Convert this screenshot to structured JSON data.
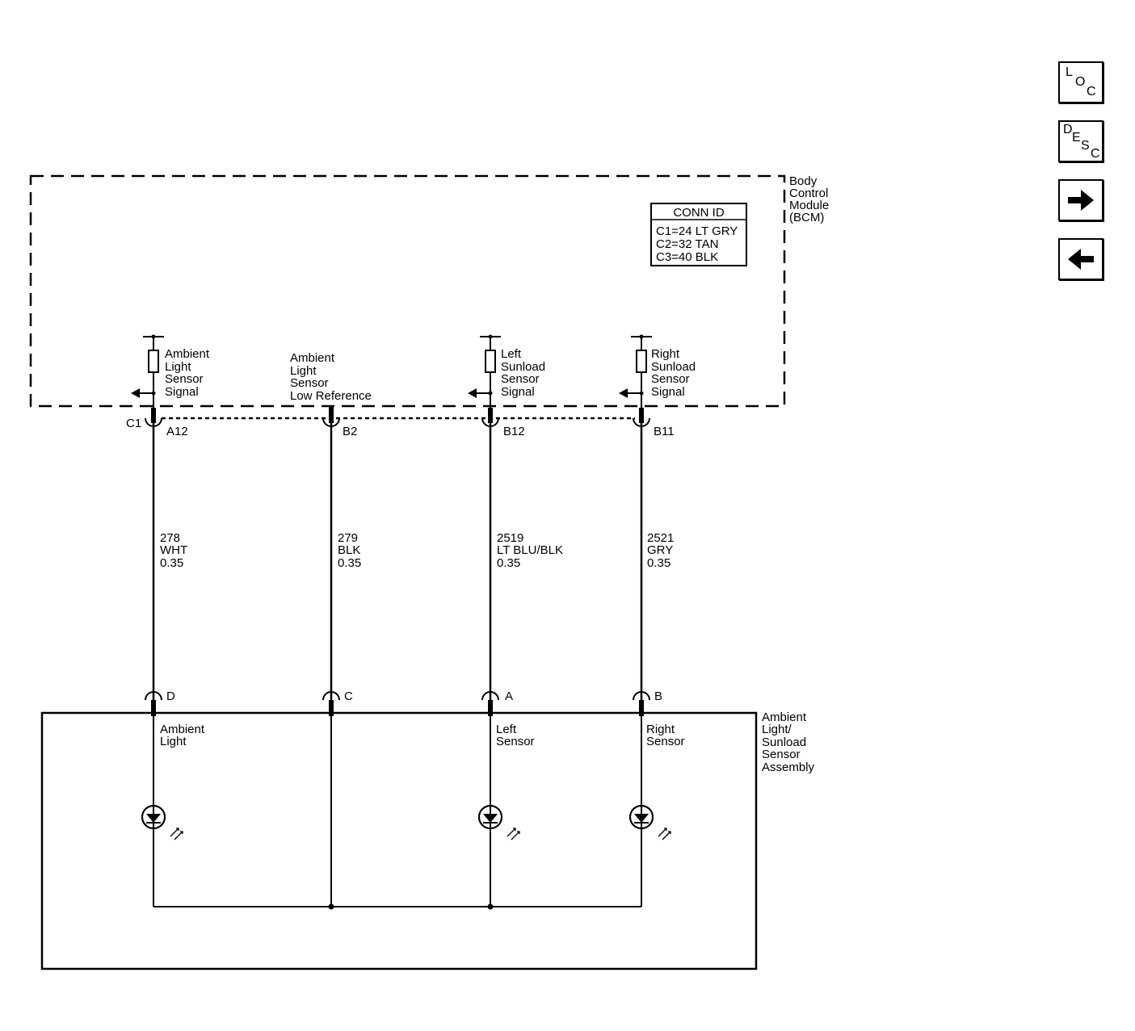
{
  "nav": {
    "loc": [
      "L",
      "O",
      "C"
    ],
    "desc": [
      "D",
      "E",
      "S",
      "C"
    ],
    "next_icon": "arrow-right-icon",
    "prev_icon": "arrow-left-icon"
  },
  "bcm": {
    "label": [
      "Body",
      "Control",
      "Module",
      "(BCM)"
    ],
    "conn_id": {
      "title": "CONN ID",
      "rows": [
        "C1=24 LT GRY",
        "C2=32 TAN",
        "C3=40 BLK"
      ]
    },
    "connector": "C1"
  },
  "circuits": [
    {
      "bcm_label": [
        "Ambient",
        "Light",
        "Sensor",
        "Signal"
      ],
      "pin": "A12",
      "wire": [
        "278",
        "WHT",
        "0.35"
      ],
      "sensor_pin": "D",
      "sensor_label": [
        "Ambient",
        "Light"
      ]
    },
    {
      "bcm_label": [
        "Ambient",
        "Light",
        "Sensor",
        "Low Reference"
      ],
      "pin": "B2",
      "wire": [
        "279",
        "BLK",
        "0.35"
      ],
      "sensor_pin": "C",
      "sensor_label": []
    },
    {
      "bcm_label": [
        "Left",
        "Sunload",
        "Sensor",
        "Signal"
      ],
      "pin": "B12",
      "wire": [
        "2519",
        "LT BLU/BLK",
        "0.35"
      ],
      "sensor_pin": "A",
      "sensor_label": [
        "Left",
        "Sensor"
      ]
    },
    {
      "bcm_label": [
        "Right",
        "Sunload",
        "Sensor",
        "Signal"
      ],
      "pin": "B11",
      "wire": [
        "2521",
        "GRY",
        "0.35"
      ],
      "sensor_pin": "B",
      "sensor_label": [
        "Right",
        "Sensor"
      ]
    }
  ],
  "sensor_assembly": {
    "label": [
      "Ambient",
      "Light/",
      "Sunload",
      "Sensor",
      "Assembly"
    ]
  }
}
